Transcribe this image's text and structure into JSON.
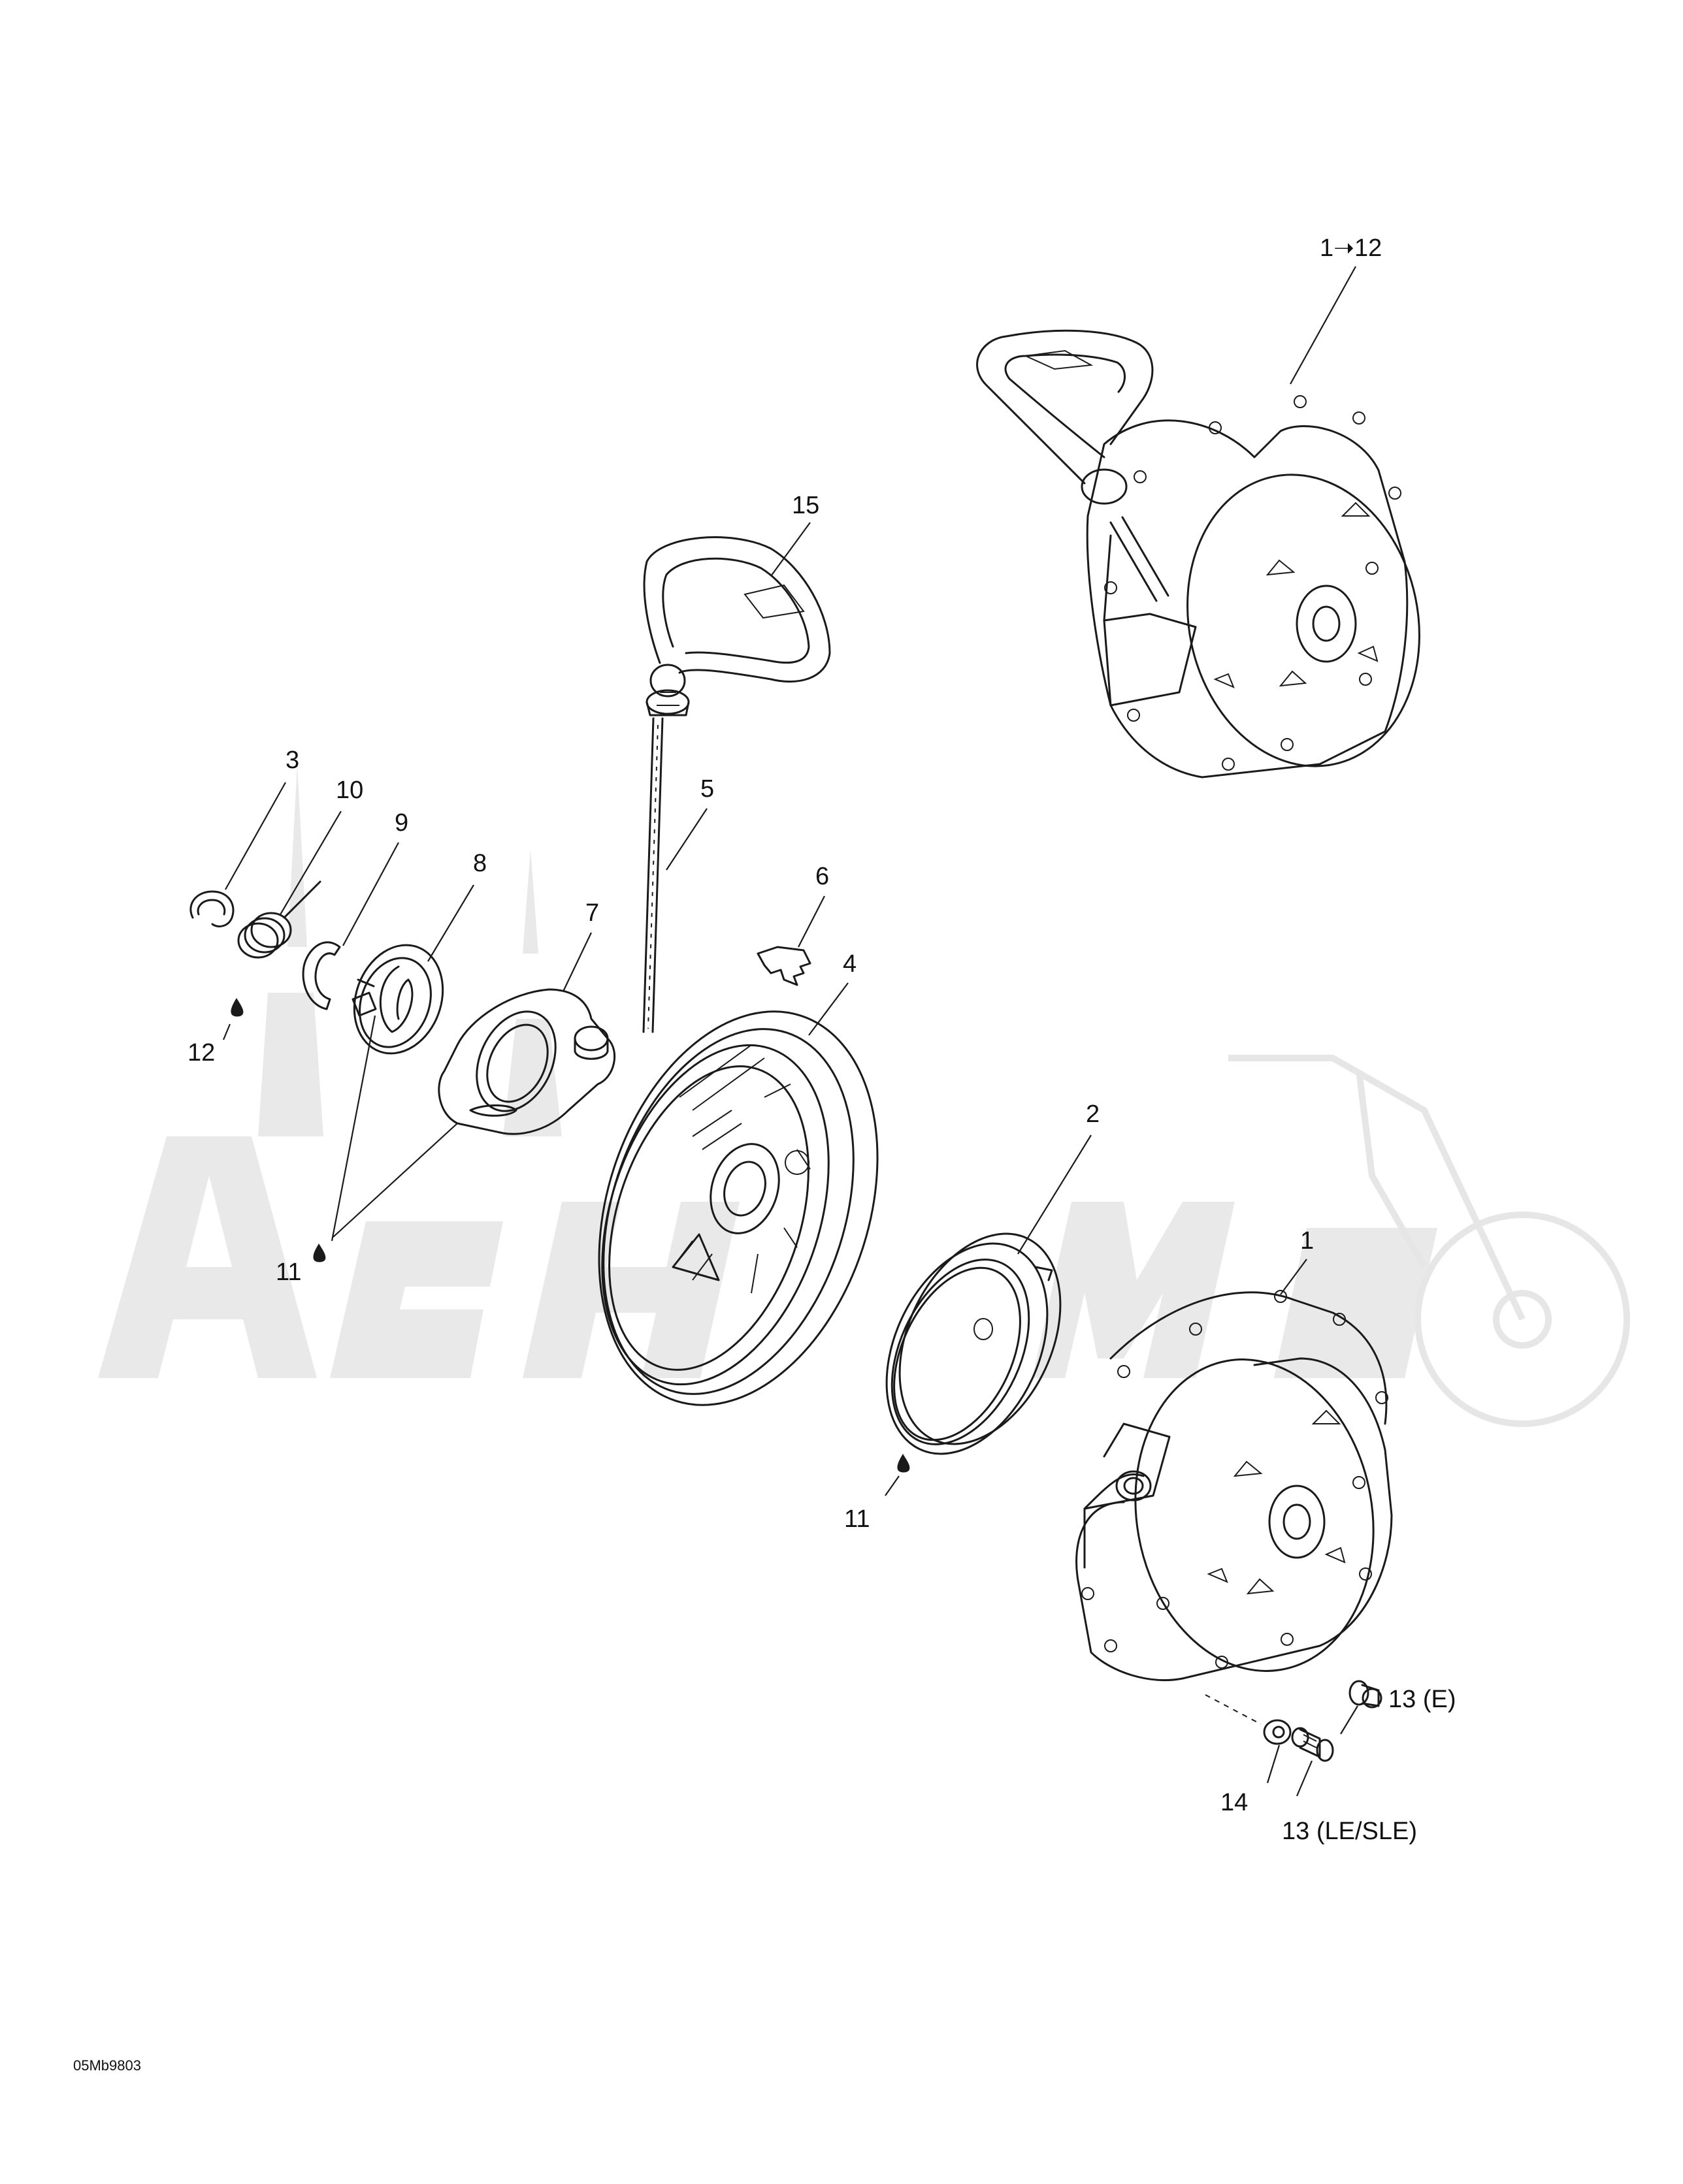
{
  "labels": {
    "l_1to12": "1➝12",
    "l_15": "15",
    "l_3": "3",
    "l_10": "10",
    "l_9": "9",
    "l_8": "8",
    "l_7": "7",
    "l_5": "5",
    "l_6": "6",
    "l_4": "4",
    "l_12": "12",
    "l_11a": "11",
    "l_11b": "11",
    "l_2": "2",
    "l_1": "1",
    "l_13e": "13 (E)",
    "l_14": "14",
    "l_13le": "13 (LE/SLE)"
  },
  "figure_code": "05Mb9803"
}
